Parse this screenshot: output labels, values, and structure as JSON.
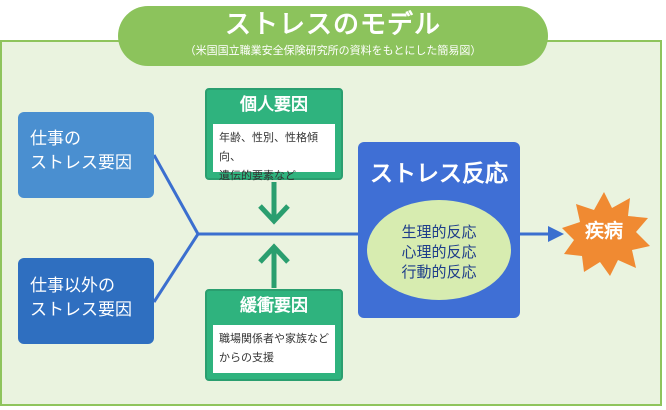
{
  "title": {
    "main": "ストレスのモデル",
    "sub": "（米国国立職業安全保険研究所の資料をもとにした簡易図）"
  },
  "causes": {
    "work": [
      "仕事の",
      "ストレス要因"
    ],
    "non_work": [
      "仕事以外の",
      "ストレス要因"
    ]
  },
  "personal": {
    "heading": "個人要因",
    "lines": [
      "年齢、性別、性格傾向、",
      "遺伝的要素など"
    ]
  },
  "buffer": {
    "heading": "緩衝要因",
    "lines": [
      "職場関係者や家族など",
      "からの支援"
    ]
  },
  "reaction": {
    "heading": "ストレス反応",
    "items": [
      "生理的反応",
      "心理的反応",
      "行動的反応"
    ]
  },
  "outcome": {
    "label": "疾病"
  },
  "colors": {
    "frame_border": "#8fc45c",
    "frame_fill": "#eaf3df",
    "cause_work": "#4a8fd0",
    "cause_non_work": "#2f6fc0",
    "factor_box": "#2fb37e",
    "reaction_box": "#3f6fd5",
    "reaction_oval": "#d7ecb0",
    "outcome_burst": "#f08a32",
    "connector": "#3b6fcf"
  }
}
